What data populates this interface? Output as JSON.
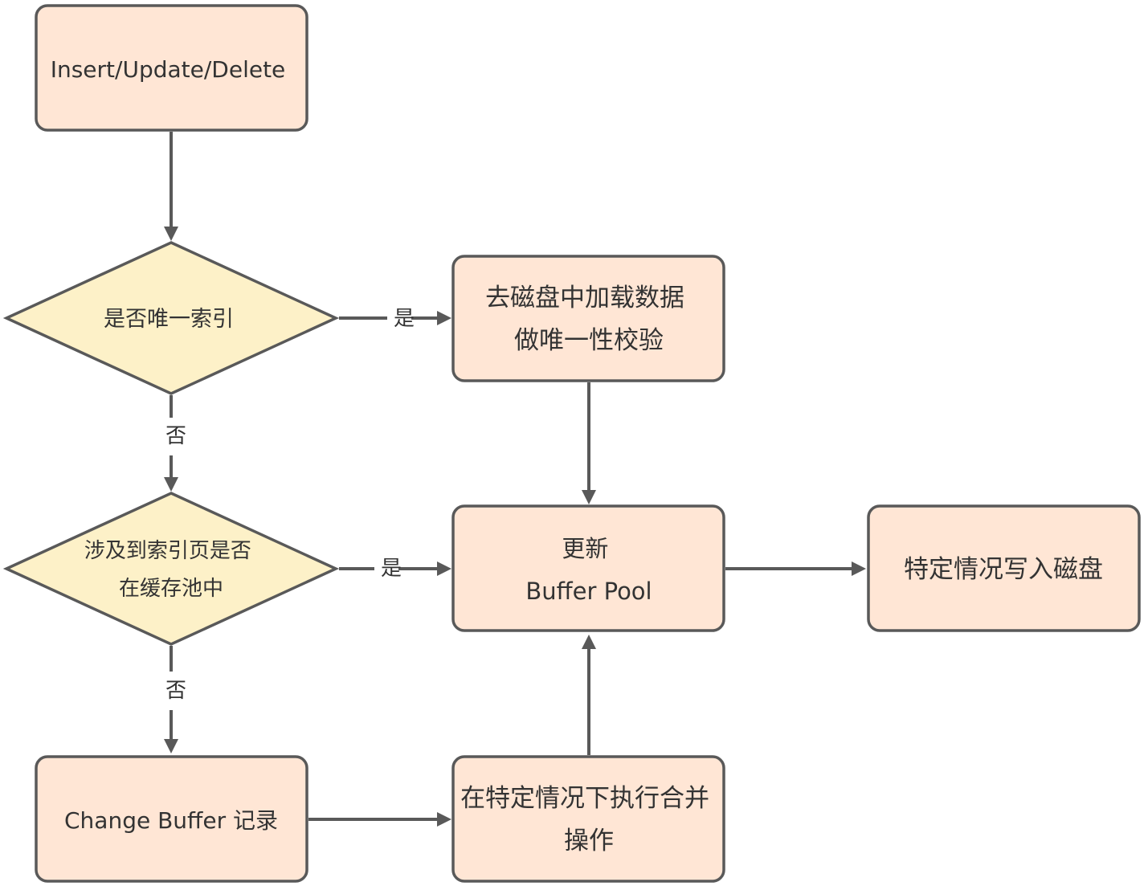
{
  "diagram": {
    "colors": {
      "process_fill": "#ffe6d5",
      "decision_fill": "#fdf1c8",
      "stroke": "#595959",
      "text": "#333333"
    },
    "nodes": {
      "start": {
        "lines": [
          "Insert/Update/Delete"
        ]
      },
      "is_unique": {
        "lines": [
          "是否唯一索引"
        ]
      },
      "load_check": {
        "lines": [
          "去磁盘中加载数据",
          "做唯一性校验"
        ]
      },
      "in_pool": {
        "lines": [
          "涉及到索引页是否",
          "在缓存池中"
        ]
      },
      "update_pool": {
        "lines": [
          "更新",
          "Buffer Pool"
        ]
      },
      "write_disk": {
        "lines": [
          "特定情况写入磁盘"
        ]
      },
      "change_buffer": {
        "lines": [
          "Change Buffer 记录"
        ]
      },
      "merge": {
        "lines": [
          "在特定情况下执行合并",
          "操作"
        ]
      }
    },
    "edge_labels": {
      "unique_yes": "是",
      "unique_no": "否",
      "pool_yes": "是",
      "pool_no": "否"
    }
  }
}
